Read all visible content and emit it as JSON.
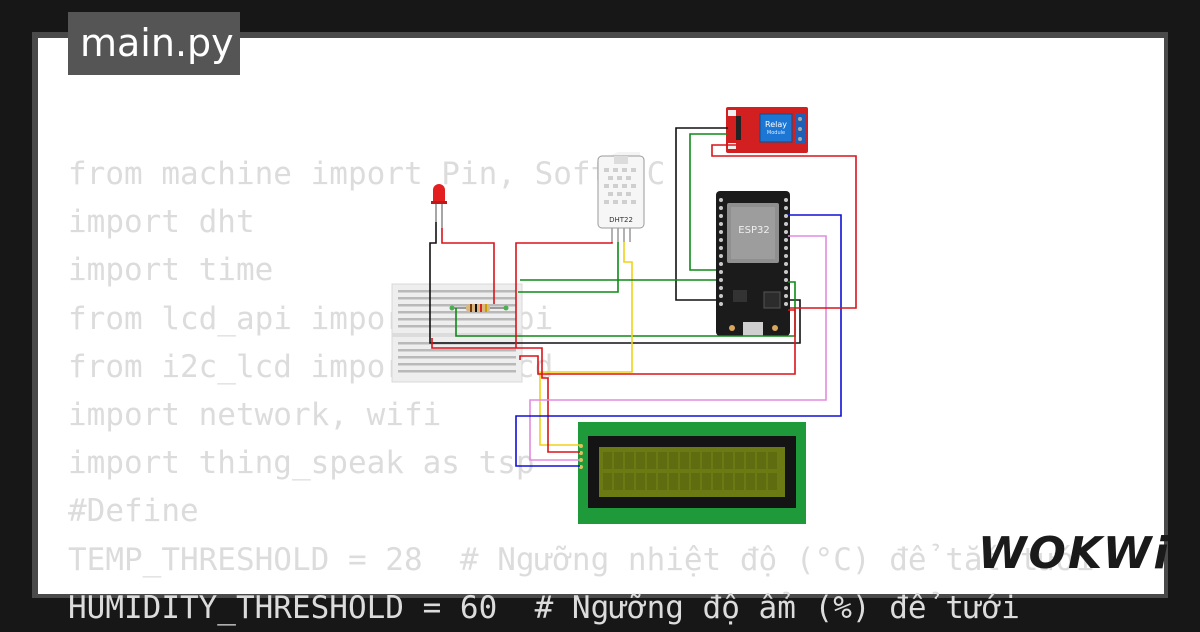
{
  "tab": {
    "title": "main.py"
  },
  "code": {
    "lines": [
      "from machine import Pin, SoftI2C",
      "import dht",
      "import time",
      "from lcd_api import LcdApi",
      "from i2c_lcd import I2cLcd",
      "import network, wifi",
      "import thing_speak as tsp",
      "#Define",
      "TEMP_THRESHOLD = 28  # Ngưỡng nhiệt độ (°C) để tắt tưới",
      "HUMIDITY_THRESHOLD = 60  # Ngưỡng độ ẩm (%) để tưới"
    ]
  },
  "components": {
    "relay_title": "Relay",
    "relay_subtitle": "Module",
    "dht_label": "DHT22",
    "esp_label": "ESP32"
  },
  "brand": {
    "logo": "WOKWi"
  },
  "colors": {
    "wire_red": "#d8141b",
    "wire_green": "#0e8a16",
    "wire_blue": "#1010d6",
    "wire_yellow": "#f0d21a",
    "wire_pink": "#e38be0",
    "wire_black": "#111111"
  }
}
